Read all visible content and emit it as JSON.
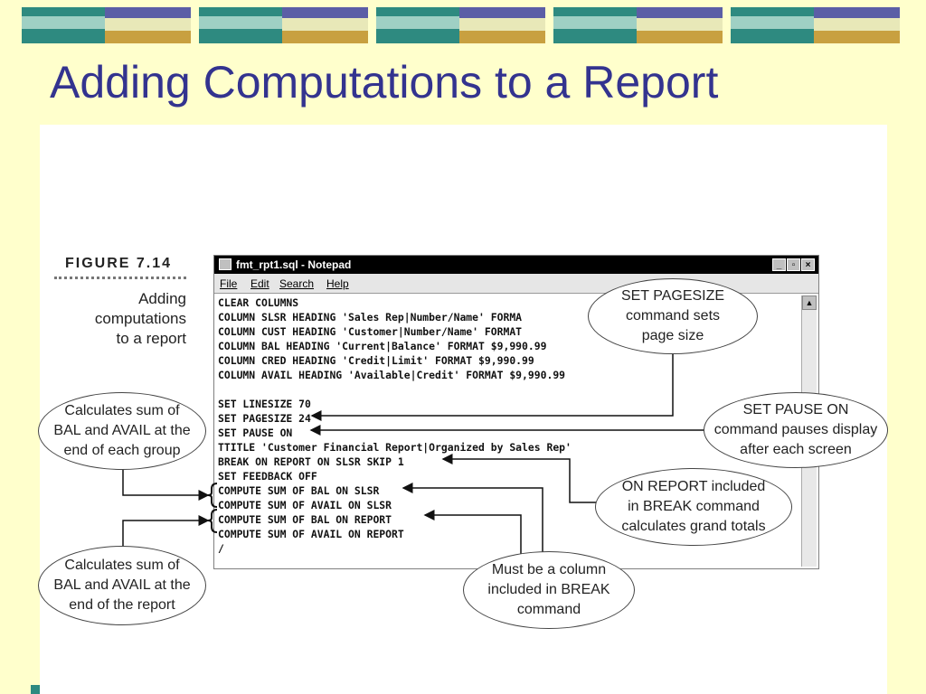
{
  "slide": {
    "title": "Adding Computations to a Report",
    "colors": {
      "background": "#ffffcc",
      "title": "#33338f",
      "banner_teal": "#2e8a80",
      "banner_purple": "#5b5ea6",
      "banner_gold": "#c8a040"
    }
  },
  "figure": {
    "number": "FIGURE 7.14",
    "caption_lines": [
      "Adding",
      "computations",
      "to a report"
    ]
  },
  "notepad": {
    "title": "fmt_rpt1.sql - Notepad",
    "icon": "notepad-icon",
    "menu": [
      "File",
      "Edit",
      "Search",
      "Help"
    ],
    "window_buttons": [
      "_",
      "▫",
      "×"
    ],
    "lines": [
      "CLEAR COLUMNS",
      "COLUMN SLSR HEADING 'Sales Rep|Number/Name' FORMA",
      "COLUMN CUST HEADING 'Customer|Number/Name' FORMAT",
      "COLUMN BAL HEADING 'Current|Balance' FORMAT $9,990.99",
      "COLUMN CRED HEADING 'Credit|Limit' FORMAT $9,990.99",
      "COLUMN AVAIL HEADING 'Available|Credit' FORMAT $9,990.99",
      "",
      "SET LINESIZE 70",
      "SET PAGESIZE 24",
      "SET PAUSE ON",
      "TTITLE 'Customer Financial Report|Organized by Sales Rep'",
      "BREAK ON REPORT ON SLSR SKIP 1",
      "SET FEEDBACK OFF",
      "COMPUTE SUM OF BAL ON SLSR",
      "COMPUTE SUM OF AVAIL ON SLSR",
      "COMPUTE SUM OF BAL ON REPORT",
      "COMPUTE SUM OF AVAIL ON REPORT",
      "/"
    ]
  },
  "callouts": {
    "group_sum": [
      "Calculates sum of",
      "BAL and AVAIL at the",
      "end of each group"
    ],
    "report_sum": [
      "Calculates sum of",
      "BAL and AVAIL at the",
      "end of the report"
    ],
    "pagesize": [
      "SET PAGESIZE",
      "command sets",
      "page size"
    ],
    "pause": [
      "SET PAUSE ON",
      "command pauses display",
      "after each screen"
    ],
    "on_report": [
      "ON REPORT included",
      "in BREAK command",
      "calculates grand totals"
    ],
    "must_be_column": [
      "Must be a column",
      "included in BREAK",
      "command"
    ]
  }
}
